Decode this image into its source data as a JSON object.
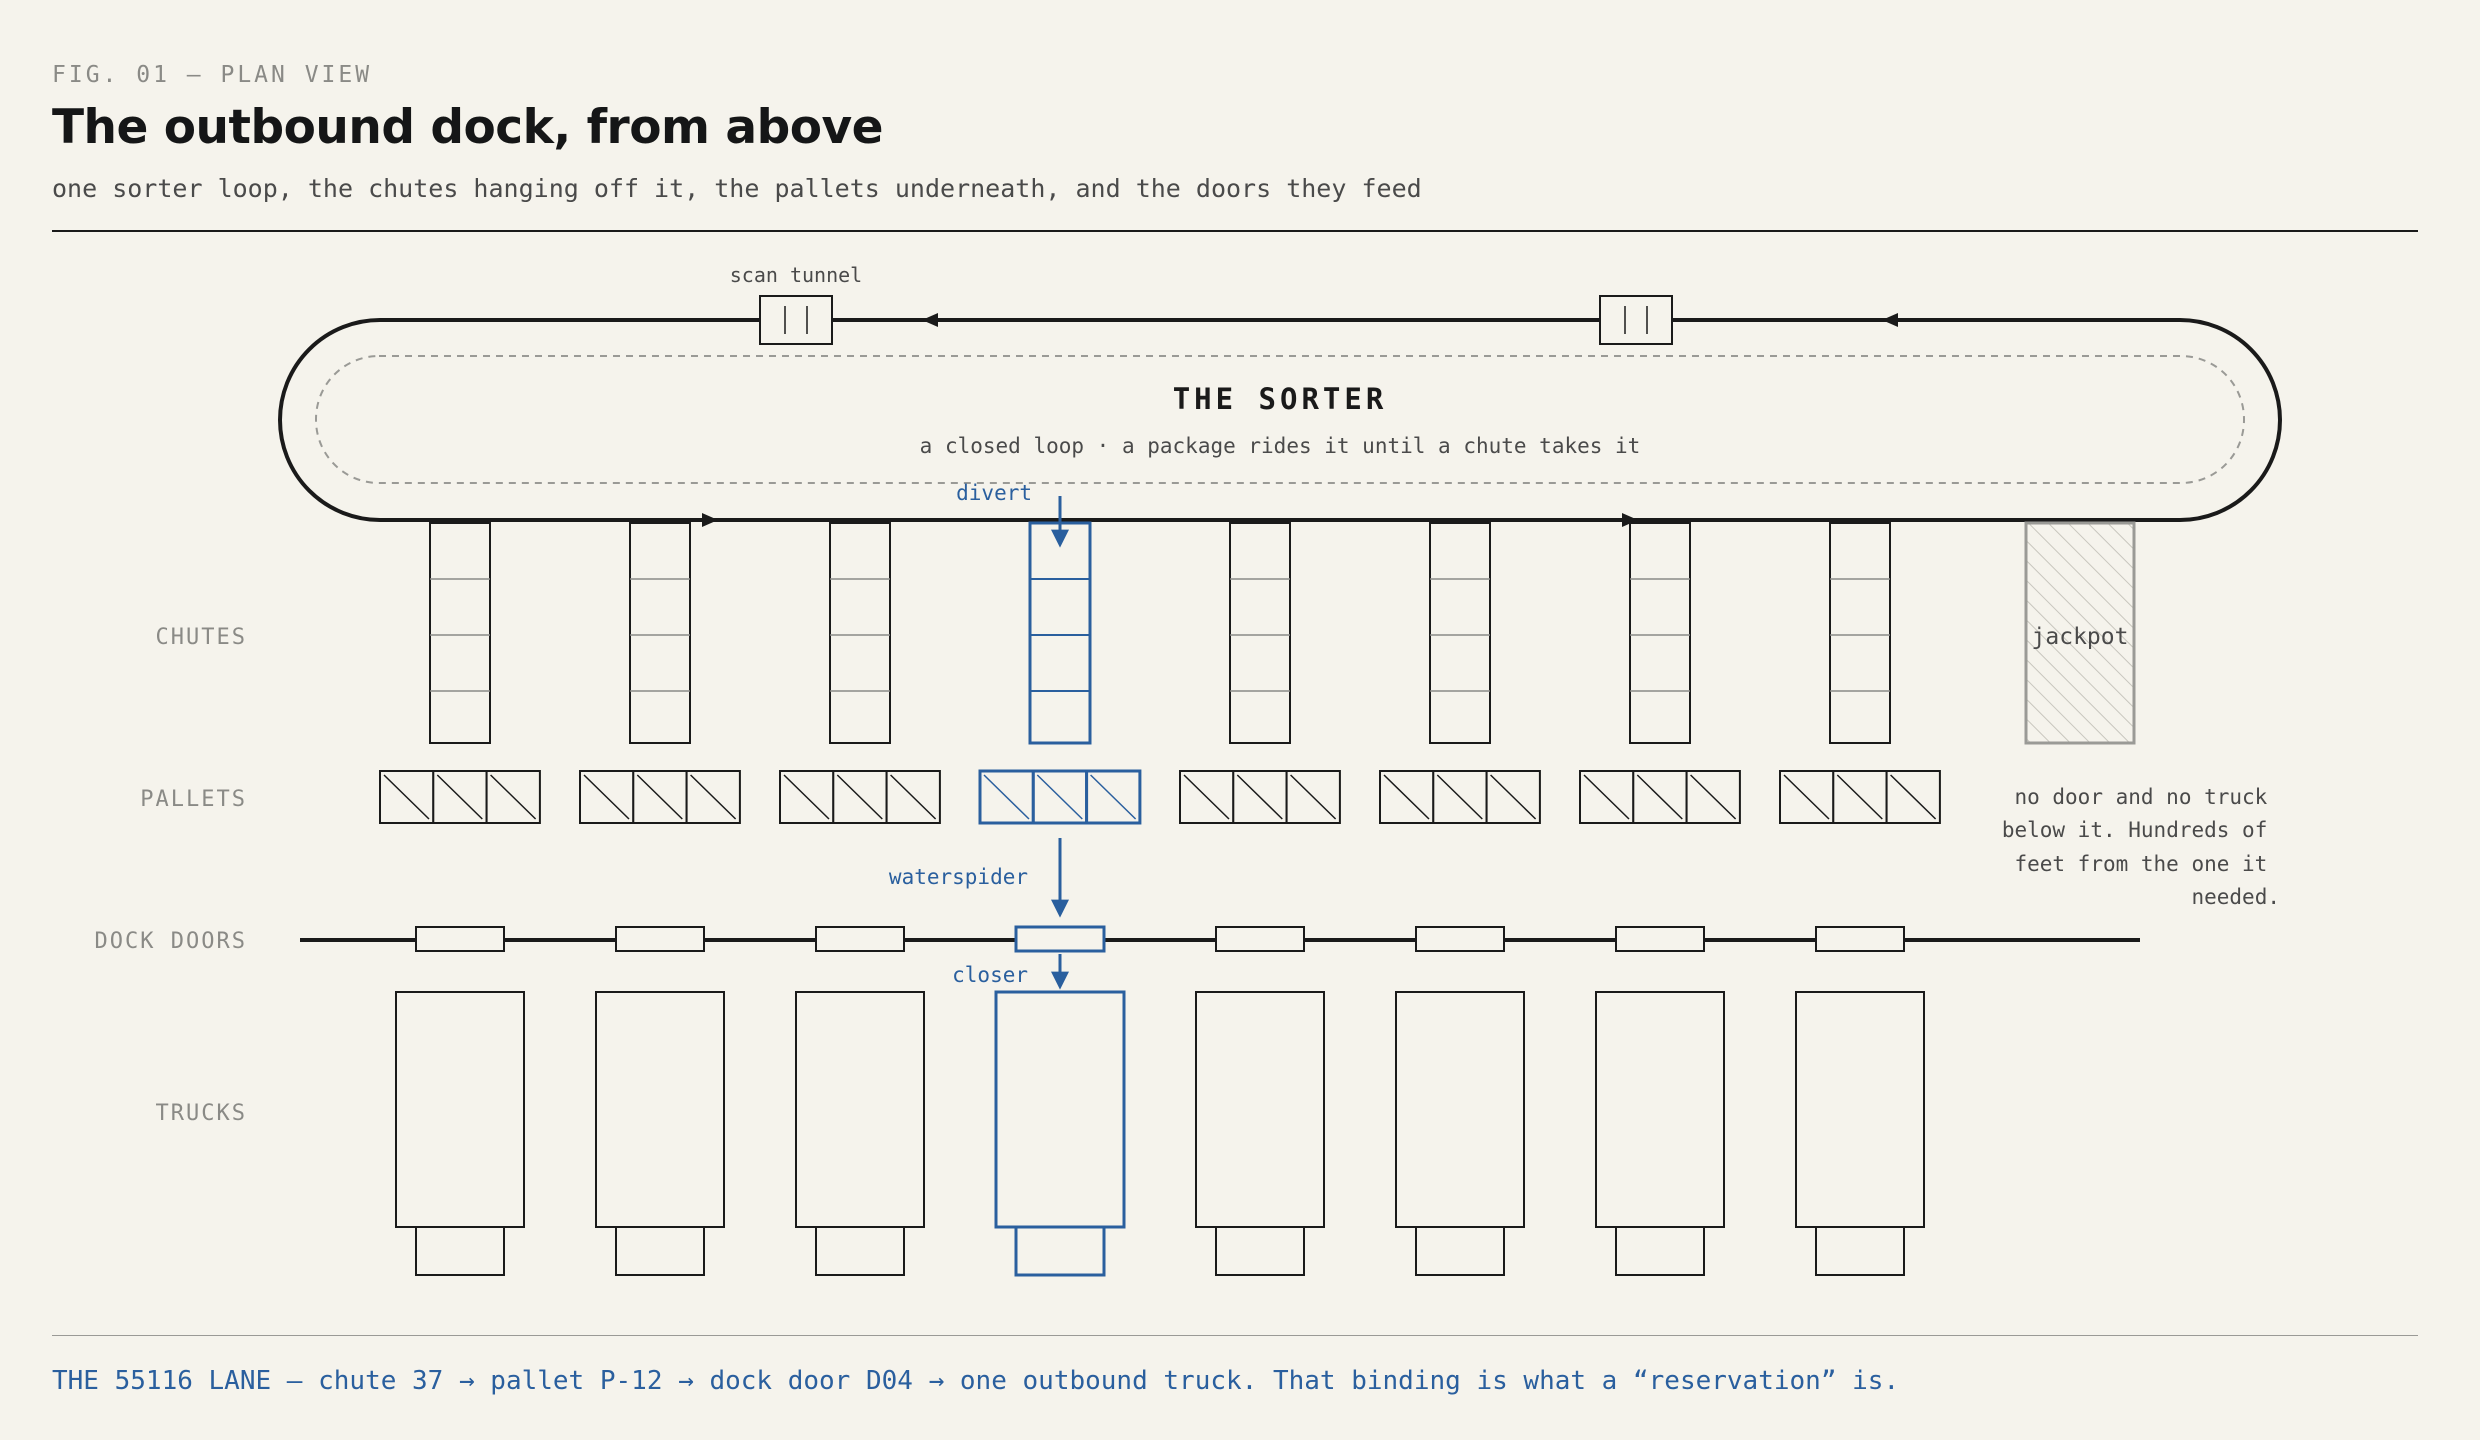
{
  "header": {
    "fig_label": "FIG. 01 — PLAN VIEW",
    "title": "The outbound dock, from above",
    "subtitle": "one sorter loop, the chutes hanging off it, the pallets underneath, and the doors they feed"
  },
  "sorter": {
    "title": "THE SORTER",
    "caption": "a closed loop · a package rides it until a chute takes it",
    "scan_tunnel_label": "scan tunnel"
  },
  "row_labels": {
    "chutes": "CHUTES",
    "pallets": "PALLETS",
    "dock_doors": "DOCK DOORS",
    "trucks": "TRUCKS"
  },
  "flow_labels": {
    "divert": "divert",
    "waterspider": "waterspider",
    "closer": "closer"
  },
  "jackpot": {
    "label": "jackpot",
    "note_lines": [
      "no door and no truck",
      "below it. Hundreds of",
      "feet from the one it",
      "needed."
    ]
  },
  "lanes": {
    "count": 8,
    "highlighted_index": 3
  },
  "footer": {
    "text": "THE 55116 LANE — chute 37 → pallet P-12 → dock door D04 → one outbound truck. That binding is what a “reservation” is."
  },
  "colors": {
    "ink": "#1a1a1a",
    "accent": "#2a5f9e",
    "muted": "#8a8a86",
    "background": "#f5f3ec"
  }
}
